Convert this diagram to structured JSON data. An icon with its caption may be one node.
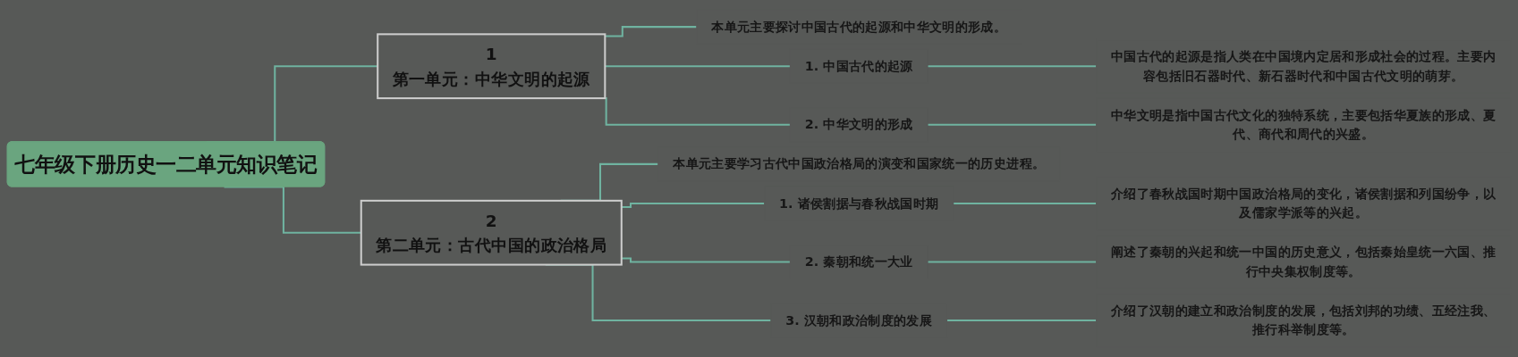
{
  "diagram": {
    "nodes": [
      {
        "text": [
          "七年级下册历史一二单元知识笔记"
        ]
      },
      {
        "text": [
          "1",
          "第一单元：中华文明的起源"
        ]
      },
      {
        "text": [
          "本单元主要探讨中国古代的起源和中华文明的形成。"
        ]
      },
      {
        "text": [
          "1. 中国古代的起源"
        ]
      },
      {
        "text": [
          "中国古代的起源是指人类在中国境内定居和形成社会的过程。主要内容包括旧石器时代、新石器时代和中国古代文明的萌芽。"
        ]
      },
      {
        "text": [
          "2. 中华文明的形成"
        ]
      },
      {
        "text": [
          "中华文明是指中国古代文化的独特系统，主要包括华夏族的形成、夏代、商代和周代的兴盛。"
        ]
      },
      {
        "text": [
          "2",
          "第二单元：古代中国的政治格局"
        ]
      },
      {
        "text": [
          "本单元主要学习古代中国政治格局的演变和国家统一的历史进程。"
        ]
      },
      {
        "text": [
          "1. 诸侯割据与春秋战国时期"
        ]
      },
      {
        "text": [
          "介绍了春秋战国时期中国政治格局的变化，诸侯割据和列国纷争，以及儒家学派等的兴起。"
        ]
      },
      {
        "text": [
          "2. 秦朝和统一大业"
        ]
      },
      {
        "text": [
          "阐述了秦朝的兴起和统一中国的历史意义，包括秦始皇统一六国、推行中央集权制度等。"
        ]
      },
      {
        "text": [
          "3. 汉朝和政治制度的发展"
        ]
      },
      {
        "text": [
          "介绍了汉朝的建立和政治制度的发展，包括刘邦的功绩、五经注我、推行科举制度等。"
        ]
      }
    ],
    "edges": [
      {
        "from": 0,
        "to": 1,
        "arrow": "none"
      },
      {
        "from": 1,
        "to": 2,
        "arrow": "none"
      },
      {
        "from": 1,
        "to": 3,
        "arrow": "none"
      },
      {
        "from": 3,
        "to": 4,
        "arrow": "none"
      },
      {
        "from": 1,
        "to": 5,
        "arrow": "none"
      },
      {
        "from": 5,
        "to": 6,
        "arrow": "none"
      },
      {
        "from": 0,
        "to": 7,
        "arrow": "none"
      },
      {
        "from": 7,
        "to": 8,
        "arrow": "none"
      },
      {
        "from": 7,
        "to": 9,
        "arrow": "none"
      },
      {
        "from": 9,
        "to": 10,
        "arrow": "none"
      },
      {
        "from": 7,
        "to": 11,
        "arrow": "none"
      },
      {
        "from": 11,
        "to": 12,
        "arrow": "none"
      },
      {
        "from": 7,
        "to": 13,
        "arrow": "none"
      },
      {
        "from": 13,
        "to": 14,
        "arrow": "none"
      }
    ]
  }
}
